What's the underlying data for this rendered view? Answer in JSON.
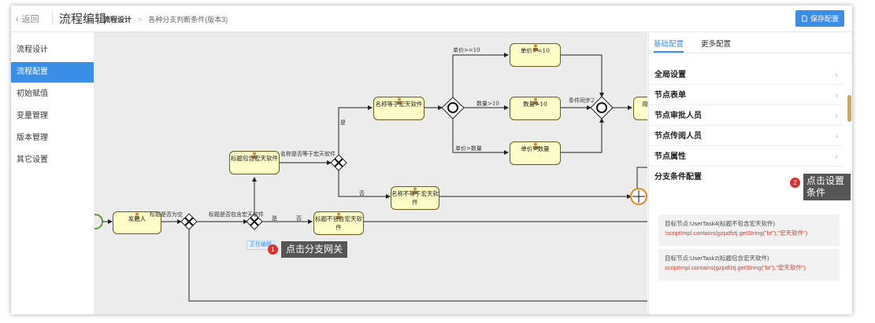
{
  "header": {
    "back_label": "返回",
    "app_title": "流程编辑",
    "breadcrumb_root": "流程设计",
    "breadcrumb_sep": ">",
    "breadcrumb_current": "各种分支判断条件(版本3)",
    "save_label": "保存配置"
  },
  "sidebar": {
    "items": [
      {
        "label": "流程设计",
        "active": false
      },
      {
        "label": "流程配置",
        "active": true
      },
      {
        "label": "初始赋值",
        "active": false
      },
      {
        "label": "变量管理",
        "active": false
      },
      {
        "label": "版本管理",
        "active": false
      },
      {
        "label": "其它设置",
        "active": false
      }
    ]
  },
  "diagram": {
    "nodes": {
      "start": "发起人",
      "title_contains": "标题包含宏天软件",
      "title_not_contains": "标题不包含宏天软件",
      "name_equals": "名称等于宏天软件",
      "name_not_equals": "名称不等于宏天软件",
      "price_ge10": "单价>=10",
      "qty_gt10": "数量>10",
      "price_gt_qty": "单价>数量",
      "partial": "用"
    },
    "labels": {
      "title_empty": "标题是否为空",
      "title_contains_q": "标题是否包含宏天软件",
      "name_equals_q": "名称是否等于宏天软件",
      "yes1": "是",
      "no1": "否",
      "yes2": "是",
      "no2": "否",
      "price_cond": "单价>=10",
      "qty_cond": "数量>10",
      "price_qty_cond": "单价>数量",
      "sync": "条件同步2"
    },
    "editing_tag": "正在编辑"
  },
  "callouts": {
    "one": {
      "num": "1",
      "text": "点击分支网关"
    },
    "two": {
      "num": "2",
      "text": "点击设置条件",
      "behind": "条件"
    }
  },
  "panel": {
    "tabs": [
      "基础配置",
      "更多配置"
    ],
    "rows": [
      "全局设置",
      "节点表单",
      "节点审批人员",
      "节点传阅人员",
      "节点属性",
      "分支条件配置"
    ],
    "conditions": [
      {
        "target": "目标节点:UserTask4(标题不包含宏天软件)",
        "expr": "!scriptImpl.contains(gzpdfztj.getString(\"bt\"),\"宏天软件\")"
      },
      {
        "target": "目标节点:UserTask2(标题包含宏天软件)",
        "expr": "scriptImpl.contains(gzpdfztj.getString(\"bt\"),\"宏天软件\")"
      }
    ]
  },
  "colors": {
    "accent": "#3a8ee6",
    "node_fill": "#fdfdc8",
    "badge": "#e02d2d"
  }
}
